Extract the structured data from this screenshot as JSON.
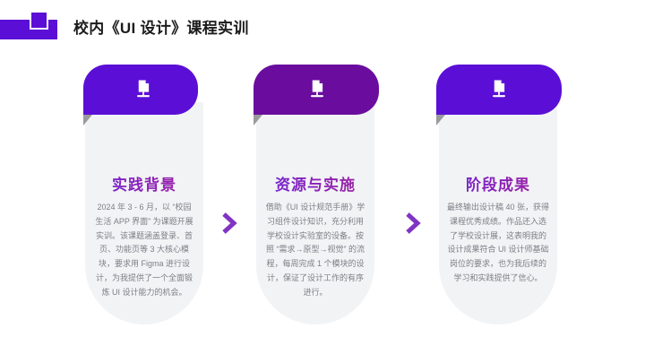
{
  "header": {
    "title": "校内《UI 设计》课程实训",
    "logo_name": "brand-logo"
  },
  "colors": {
    "brand_purple": "#5b0fd6",
    "deep_purple": "#6a0d9e",
    "card_bg": "#f2f3f5",
    "body_text": "#7c7f85",
    "title_text": "#1b1b1b",
    "chevron": "#8034c4"
  },
  "cards": [
    {
      "icon": "certificate-stand-icon",
      "title": "实践背景",
      "body": "2024 年 3 - 6 月，以 “校园生活 APP 界面” 为课题开展实训。该课题涵盖登录、首页、功能页等 3 大核心模块，要求用 Figma 进行设计，为我提供了一个全面锻炼 UI 设计能力的机会。"
    },
    {
      "icon": "certificate-stand-icon",
      "title": "资源与实施",
      "body": "借助《UI 设计规范手册》学习组件设计知识，充分利用学校设计实验室的设备。按照 “需求→原型→视觉” 的流程，每周完成 1 个模块的设计，保证了设计工作的有序进行。"
    },
    {
      "icon": "certificate-stand-icon",
      "title": "阶段成果",
      "body": "最终输出设计稿 40 张，获得课程优秀成绩。作品还入选了学校设计展，这表明我的设计成果符合 UI 设计师基础岗位的要求，也为我后续的学习和实践提供了信心。"
    }
  ],
  "separators": [
    {
      "icon": "chevron-right-icon"
    },
    {
      "icon": "chevron-right-icon"
    }
  ]
}
